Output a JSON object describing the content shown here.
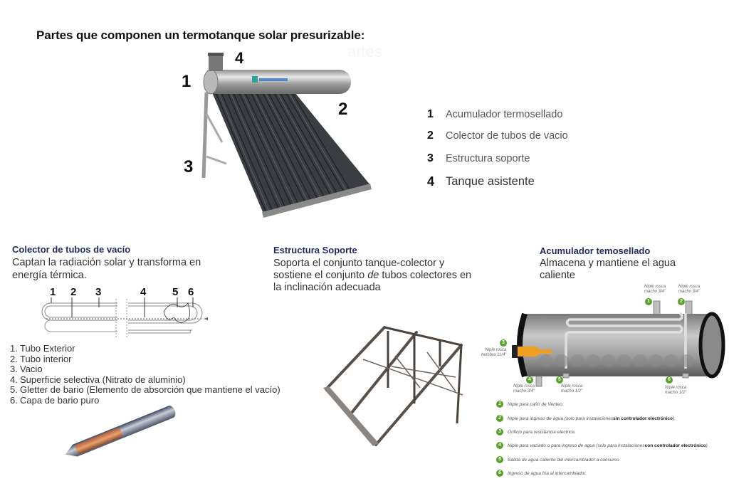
{
  "header": {
    "title": "Partes que componen un termotanque solar presurizable:",
    "ghost_text": "artes"
  },
  "product_photo": {
    "brand_logo": "logo",
    "callouts": [
      "1",
      "2",
      "3",
      "4"
    ]
  },
  "parts_legend": [
    {
      "num": "1",
      "label": "Acumulador termosellado"
    },
    {
      "num": "2",
      "label": "Colector de tubos de vacio"
    },
    {
      "num": "3",
      "label": "Estructura soporte"
    },
    {
      "num": "4",
      "label": "Tanque asistente"
    }
  ],
  "collector_section": {
    "title": "Colector de tubos de vacío",
    "description_line1": "Captan la radiación solar y transforma en",
    "description_line2": "energía térmica.",
    "diagram_numbers": [
      "1",
      "2",
      "3",
      "4",
      "5",
      "6"
    ],
    "items": [
      {
        "num": "1.",
        "label": "Tubo Exterior"
      },
      {
        "num": "2.",
        "label": "Tubo interior"
      },
      {
        "num": "3.",
        "label": "Vacio"
      },
      {
        "num": "4.",
        "label": "Superficie selectiva (Nitrato de aluminio)"
      },
      {
        "num": "5.",
        "label": "Gletter de bario (Elemento de absorción que mantiene el vacío)"
      },
      {
        "num": "6.",
        "label": "Capa de bario puro"
      }
    ]
  },
  "structure_section": {
    "title": "Estructura Soporte",
    "line1": "Soporta el conjunto tanque-colector y",
    "line2_a": "sostiene el conjunto ",
    "line2_em": "de",
    "line2_b": " tubos colectores en",
    "line3": "la inclinación adecuada"
  },
  "accumulator_section": {
    "title": "Acumulador temosellado",
    "line1": "Almacena y mantiene el agua",
    "line2": "caliente",
    "tank_labels": [
      {
        "num": "1",
        "line1": "Niple rosca",
        "line2": "macho 3/4\""
      },
      {
        "num": "2",
        "line1": "Niple rosca",
        "line2": "macho 3/4\""
      },
      {
        "num": "3",
        "line1": "Niple rosca",
        "line2": "hembra 11/4\""
      },
      {
        "num": "4",
        "line1": "Niple rosca",
        "line2": "macho 3/4\""
      },
      {
        "num": "5",
        "line1": "Niple rosca",
        "line2": "macho 1/2\""
      },
      {
        "num": "6",
        "line1": "Niple rosca",
        "line2": "macho 1/2\""
      }
    ],
    "notes": [
      {
        "num": "1",
        "text": "Niple para caño de Venteo.",
        "bold": "",
        "tail": ""
      },
      {
        "num": "2",
        "text": "Niple para ingreso de agua (solo para instalaciones ",
        "bold": "sin controlador electrónico",
        "tail": ")."
      },
      {
        "num": "3",
        "text": "Orificio para resistencia electrica.",
        "bold": "",
        "tail": ""
      },
      {
        "num": "4",
        "text": "Niple para vaciado o para ingreso de agua (solo para instalaciones ",
        "bold": "con controlador electrónico",
        "tail": ")"
      },
      {
        "num": "5",
        "text": "Salida de agua caliente del intercambiador a consumo",
        "bold": "",
        "tail": ""
      },
      {
        "num": "6",
        "text": "Ingreso de agua fria al intercambiador.",
        "bold": "",
        "tail": ""
      }
    ],
    "accent_color": "#5aa02c"
  }
}
